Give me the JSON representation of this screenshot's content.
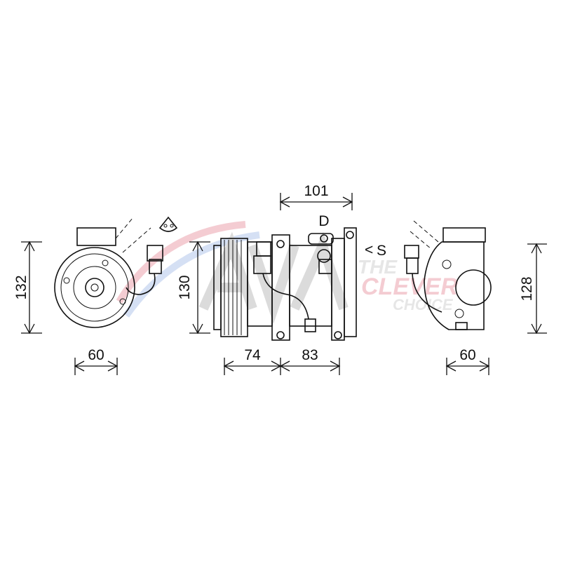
{
  "drawing": {
    "front_view": {
      "height_dim": "132",
      "width_dim": "60"
    },
    "side_view": {
      "height_dim": "130",
      "top_dim": "101",
      "bottom_left_dim": "74",
      "bottom_right_dim": "83",
      "discharge_label": "D",
      "suction_label": "S",
      "suction_arrow": "<"
    },
    "rear_view": {
      "height_dim": "128",
      "width_dim": "60"
    }
  },
  "watermark": {
    "logo": "AVA",
    "line1": "THE",
    "line2": "CLEVER",
    "line3": "CHOICE"
  },
  "colors": {
    "line": "#111111",
    "watermark_red": "#e07080",
    "watermark_gray": "#b8b8b8",
    "watermark_blue": "#8aa8e0"
  }
}
